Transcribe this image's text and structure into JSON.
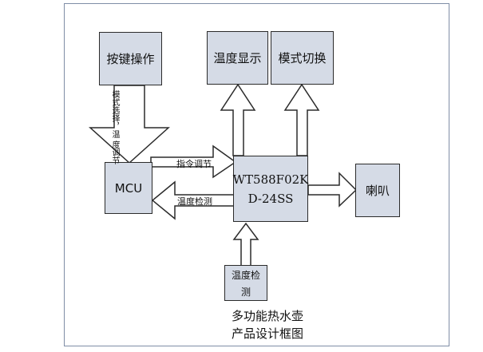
{
  "blocks": {
    "keys": "按键操作",
    "temp_display": "温度显示",
    "mode_switch": "模式切换",
    "mcu": "MCU",
    "chip_line1": "WT588F02K",
    "chip_line2": "D-24SS",
    "speaker": "喇叭",
    "temp_sensor_line1": "温度检",
    "temp_sensor_line2": "测"
  },
  "arrows": {
    "keys_to_mcu_line1": "模式选择，温",
    "keys_to_mcu_line2": "度调节",
    "instruction": "指令调节",
    "temp_detect": "温度检测"
  },
  "caption": {
    "line1": "多功能热水壶",
    "line2": "产品设计框图"
  },
  "colors": {
    "block_fill": "#d5dbe6",
    "stroke": "#2b2b2b",
    "frame": "#7f8ea6"
  }
}
